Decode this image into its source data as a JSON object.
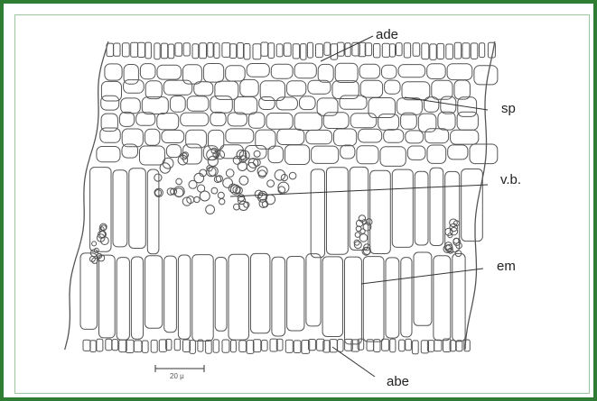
{
  "diagram": {
    "labels": {
      "ade": "ade",
      "sp": "sp",
      "vb": "v.b.",
      "em": "em",
      "abe": "abe"
    },
    "scale_bar_label": "20 μ",
    "colors": {
      "frame": "#2e7d32",
      "cell_stroke": "#555555"
    }
  }
}
